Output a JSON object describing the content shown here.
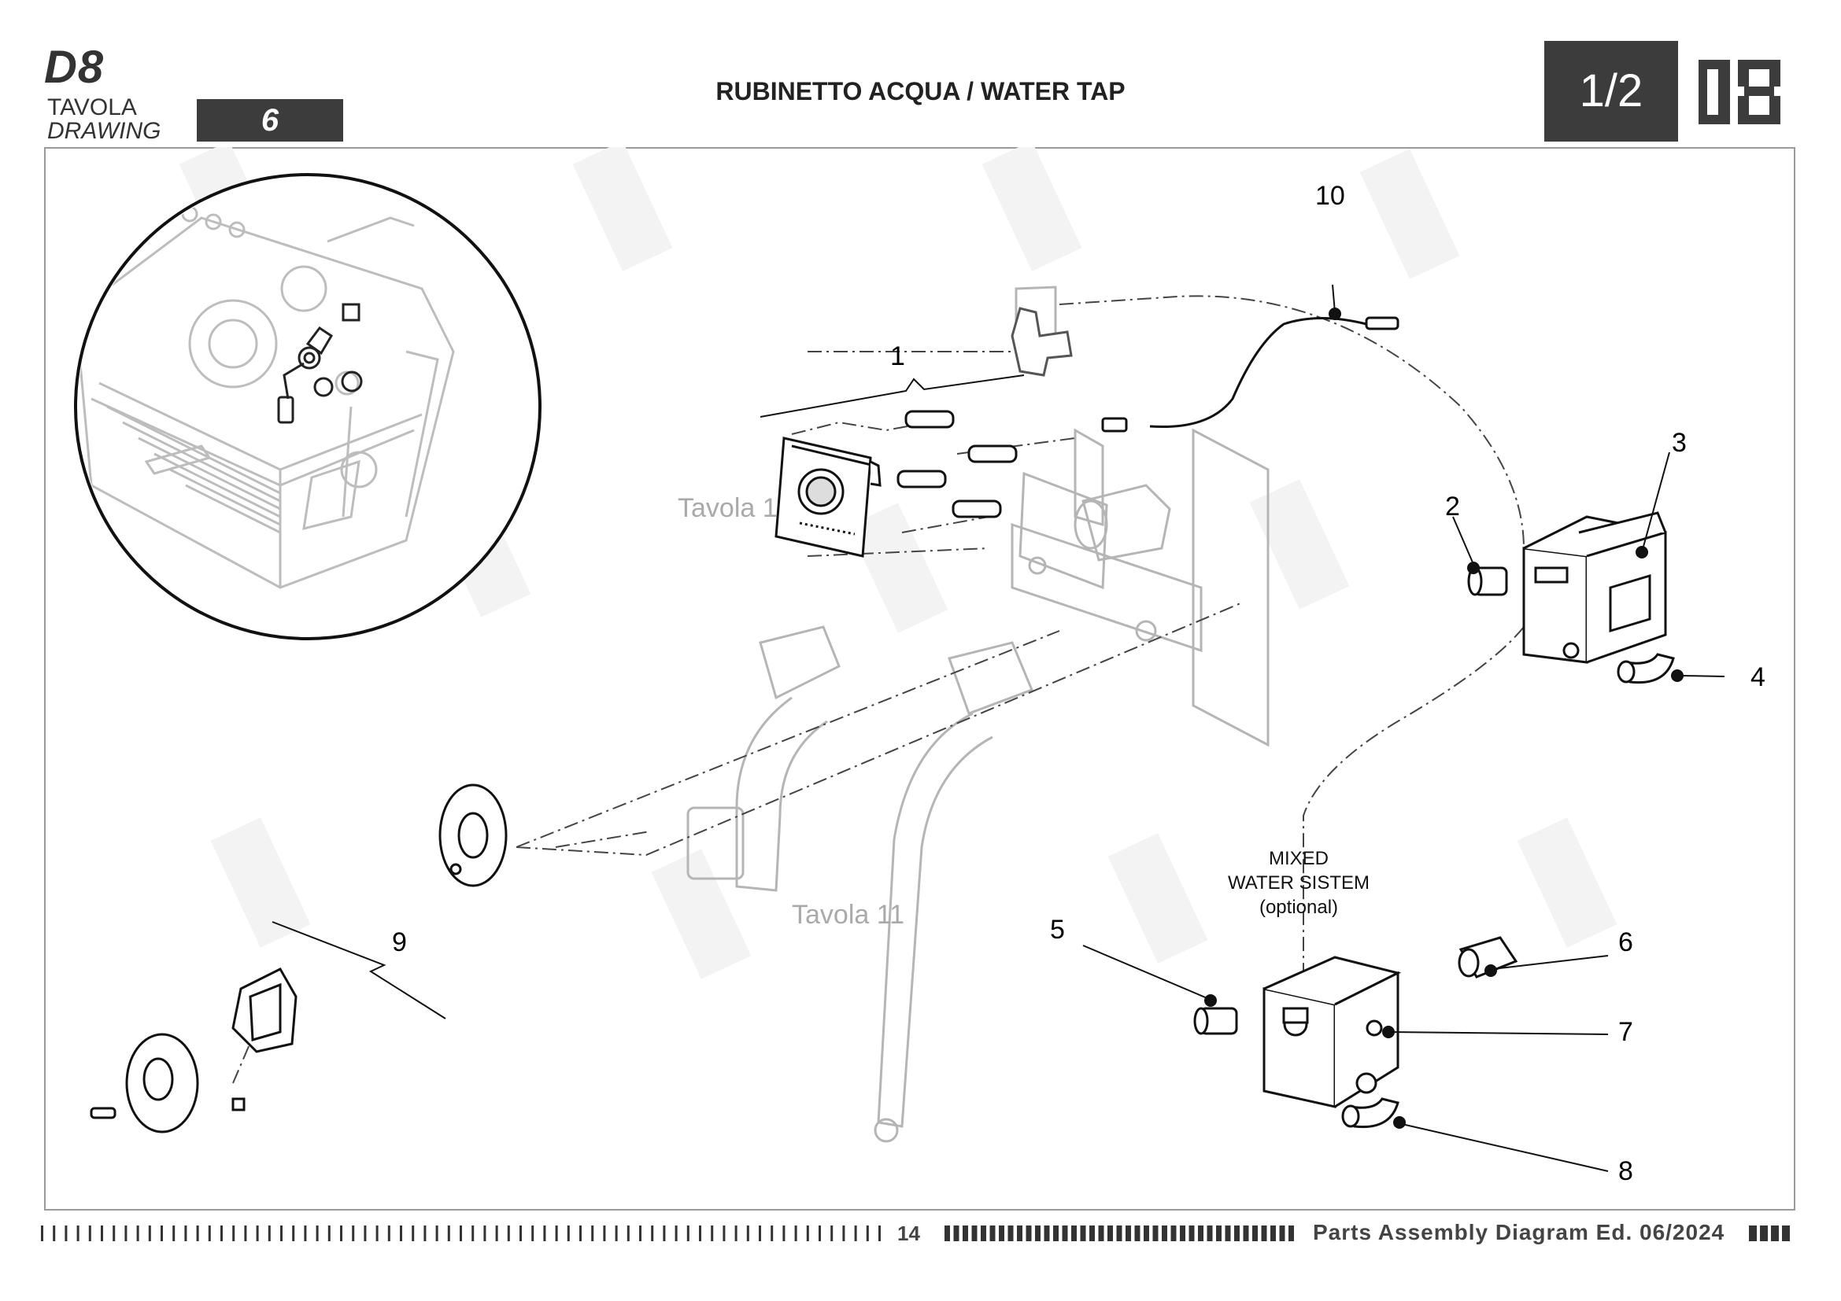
{
  "header": {
    "model": "D8",
    "tavola_label": "TAVOLA",
    "drawing_label": "DRAWING",
    "drawing_number": "6",
    "title": "RUBINETTO ACQUA / WATER TAP",
    "page": "1/2"
  },
  "diagram": {
    "callouts": [
      "1",
      "2",
      "3",
      "4",
      "5",
      "6",
      "7",
      "8",
      "9",
      "10"
    ],
    "reference_label": "Tavola 11",
    "mixed_line1": "MIXED",
    "mixed_line2": "WATER SISTEM",
    "mixed_line3": "(optional)"
  },
  "footer": {
    "page_number": "14",
    "edition": "Parts Assembly Diagram Ed. 06/2024"
  },
  "colors": {
    "header_box": "#3c3c3c",
    "frame": "#9a9a9a",
    "faded_parts": "#b8b8b8",
    "watermark": "#f2f2f2"
  }
}
